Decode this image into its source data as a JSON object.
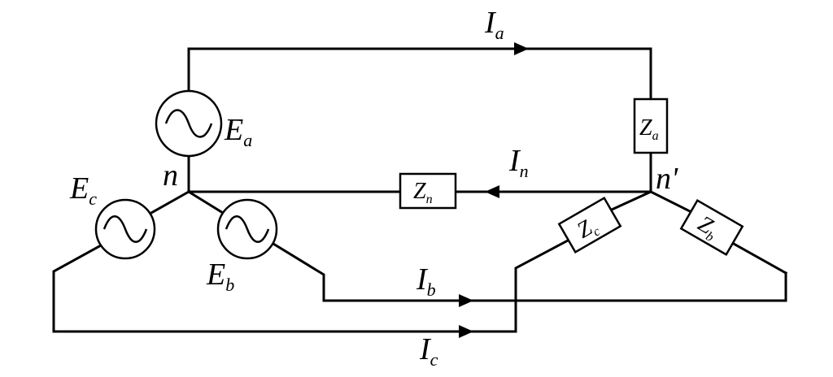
{
  "labels": {
    "Ia": {
      "main": "I",
      "sub": "a"
    },
    "In": {
      "main": "I",
      "sub": "n"
    },
    "Ib": {
      "main": "I",
      "sub": "b"
    },
    "Ic": {
      "main": "I",
      "sub": "c"
    },
    "Ea": {
      "main": "E",
      "sub": "a"
    },
    "Eb": {
      "main": "E",
      "sub": "b"
    },
    "Ec": {
      "main": "E",
      "sub": "c"
    },
    "n": "n",
    "nprime": "n'"
  },
  "impedances": {
    "Za": {
      "main": "Z",
      "sub": "a"
    },
    "Zb": {
      "main": "Z",
      "sub": "b"
    },
    "Zc": {
      "main": "Z",
      "sub": "c"
    },
    "Zn": {
      "main": "Z",
      "sub": "n"
    }
  }
}
